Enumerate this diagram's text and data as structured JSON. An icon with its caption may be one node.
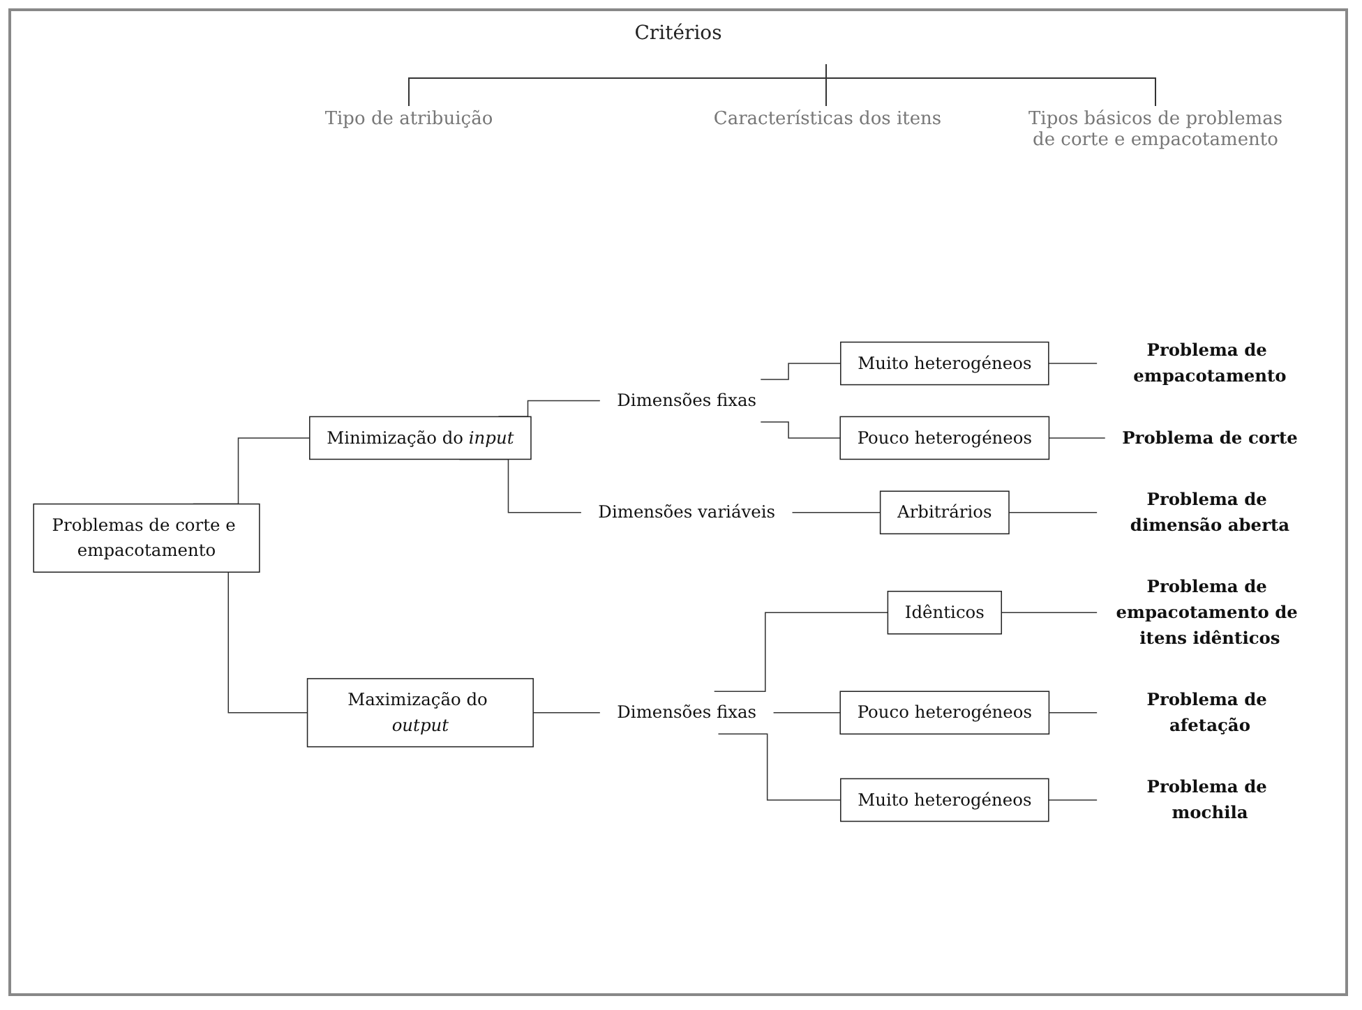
{
  "diagram": {
    "nodes": [
      {
        "text": [
          "Problemas de corte e empacotamento"
        ]
      },
      {
        "text": [
          "Minimização do *input*"
        ]
      },
      {
        "text": [
          "Maximização do *output*"
        ]
      },
      {
        "text": [
          "Dimensões fixas"
        ]
      },
      {
        "text": [
          "Dimensões variáveis"
        ]
      },
      {
        "text": [
          "Dimensões fixas"
        ]
      },
      {
        "text": [
          "Muito heterogéneos"
        ]
      },
      {
        "text": [
          "Pouco heterogéneos"
        ]
      },
      {
        "text": [
          "Arbitrários"
        ]
      },
      {
        "text": [
          "Idênticos"
        ]
      },
      {
        "text": [
          "Pouco heterogéneos"
        ]
      },
      {
        "text": [
          "Muito heterogéneos"
        ]
      },
      {
        "text": [
          "Problema de empacotamento"
        ]
      },
      {
        "text": [
          "Problema de corte"
        ]
      },
      {
        "text": [
          "Problema de dimensão aberta"
        ]
      },
      {
        "text": [
          "Problema de empacotamento de itens idênticos"
        ]
      },
      {
        "text": [
          "Problema de afetação"
        ]
      },
      {
        "text": [
          "Problema de mochila"
        ]
      }
    ],
    "edges": [
      {
        "from": 0,
        "to": 1,
        "arrow": "none"
      },
      {
        "from": 0,
        "to": 2,
        "arrow": "none"
      },
      {
        "from": 1,
        "to": 3,
        "arrow": "none"
      },
      {
        "from": 1,
        "to": 4,
        "arrow": "none"
      },
      {
        "from": 2,
        "to": 5,
        "arrow": "none"
      },
      {
        "from": 3,
        "to": 6,
        "arrow": "none"
      },
      {
        "from": 3,
        "to": 7,
        "arrow": "none"
      },
      {
        "from": 4,
        "to": 8,
        "arrow": "none"
      },
      {
        "from": 5,
        "to": 9,
        "arrow": "none"
      },
      {
        "from": 5,
        "to": 10,
        "arrow": "none"
      },
      {
        "from": 5,
        "to": 11,
        "arrow": "none"
      },
      {
        "from": 6,
        "to": 12,
        "arrow": "none"
      },
      {
        "from": 7,
        "to": 13,
        "arrow": "none"
      },
      {
        "from": 8,
        "to": 14,
        "arrow": "none"
      },
      {
        "from": 9,
        "to": 15,
        "arrow": "none"
      },
      {
        "from": 10,
        "to": 16,
        "arrow": "none"
      },
      {
        "from": 11,
        "to": 17,
        "arrow": "none"
      }
    ],
    "labels": [
      "Critérios",
      "Tipo de atribuição",
      "Características dos itens",
      "Tipos básicos de problemas de corte e empacotamento"
    ]
  }
}
